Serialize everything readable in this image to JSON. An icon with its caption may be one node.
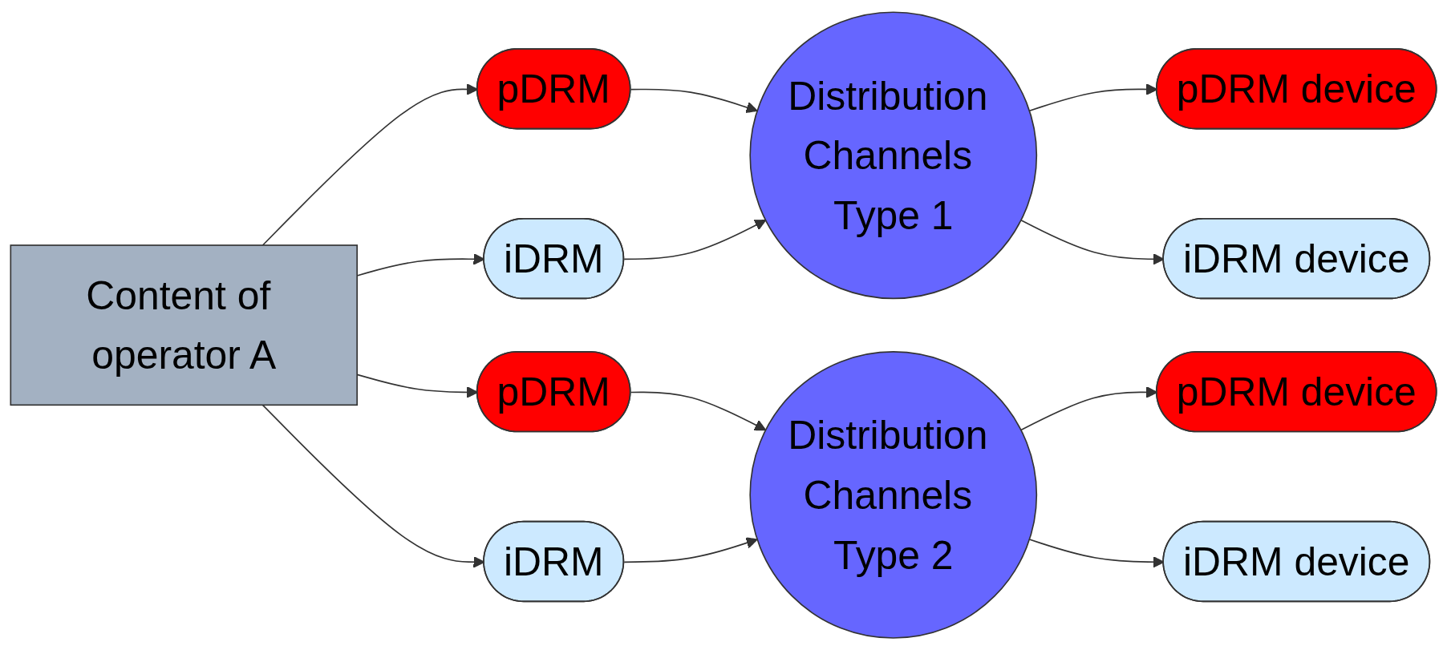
{
  "diagram": {
    "nodes": [
      {
        "text": [
          "Content of operator A"
        ]
      },
      {
        "text": [
          "pDRM"
        ]
      },
      {
        "text": [
          "iDRM"
        ]
      },
      {
        "text": [
          "Distribution Channels Type 1"
        ]
      },
      {
        "text": [
          "pDRM device"
        ]
      },
      {
        "text": [
          "iDRM device"
        ]
      },
      {
        "text": [
          "pDRM"
        ]
      },
      {
        "text": [
          "iDRM"
        ]
      },
      {
        "text": [
          "Distribution Channels Type 2"
        ]
      },
      {
        "text": [
          "pDRM device"
        ]
      },
      {
        "text": [
          "iDRM device"
        ]
      }
    ],
    "edges": [
      {
        "from": 0,
        "to": 1,
        "arrow": "to"
      },
      {
        "from": 0,
        "to": 2,
        "arrow": "to"
      },
      {
        "from": 0,
        "to": 6,
        "arrow": "to"
      },
      {
        "from": 0,
        "to": 7,
        "arrow": "to"
      },
      {
        "from": 1,
        "to": 3,
        "arrow": "to"
      },
      {
        "from": 2,
        "to": 3,
        "arrow": "to"
      },
      {
        "from": 3,
        "to": 4,
        "arrow": "to"
      },
      {
        "from": 3,
        "to": 5,
        "arrow": "to"
      },
      {
        "from": 6,
        "to": 8,
        "arrow": "to"
      },
      {
        "from": 7,
        "to": 8,
        "arrow": "to"
      },
      {
        "from": 8,
        "to": 9,
        "arrow": "to"
      },
      {
        "from": 8,
        "to": 10,
        "arrow": "to"
      }
    ]
  }
}
